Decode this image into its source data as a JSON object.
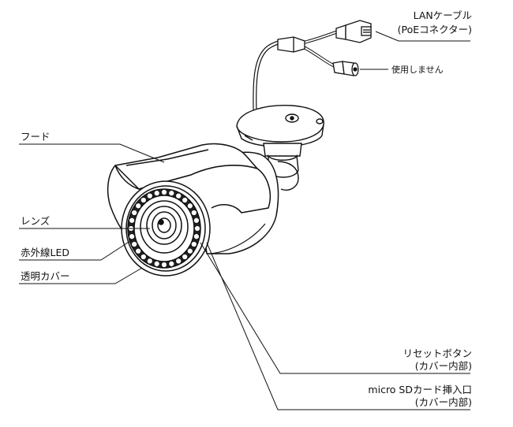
{
  "labels": {
    "lan_cable": "LANケーブル",
    "poe_connector": "(PoEコネクター)",
    "not_used": "使用しません",
    "hood": "フード",
    "lens": "レンズ",
    "ir_led": "赤外線LED",
    "clear_cover": "透明カバー",
    "reset_button": "リセットボタン",
    "reset_button_note": "(カバー内部)",
    "sd_slot": "micro SDカード挿入口",
    "sd_slot_note": "(カバー内部)"
  }
}
